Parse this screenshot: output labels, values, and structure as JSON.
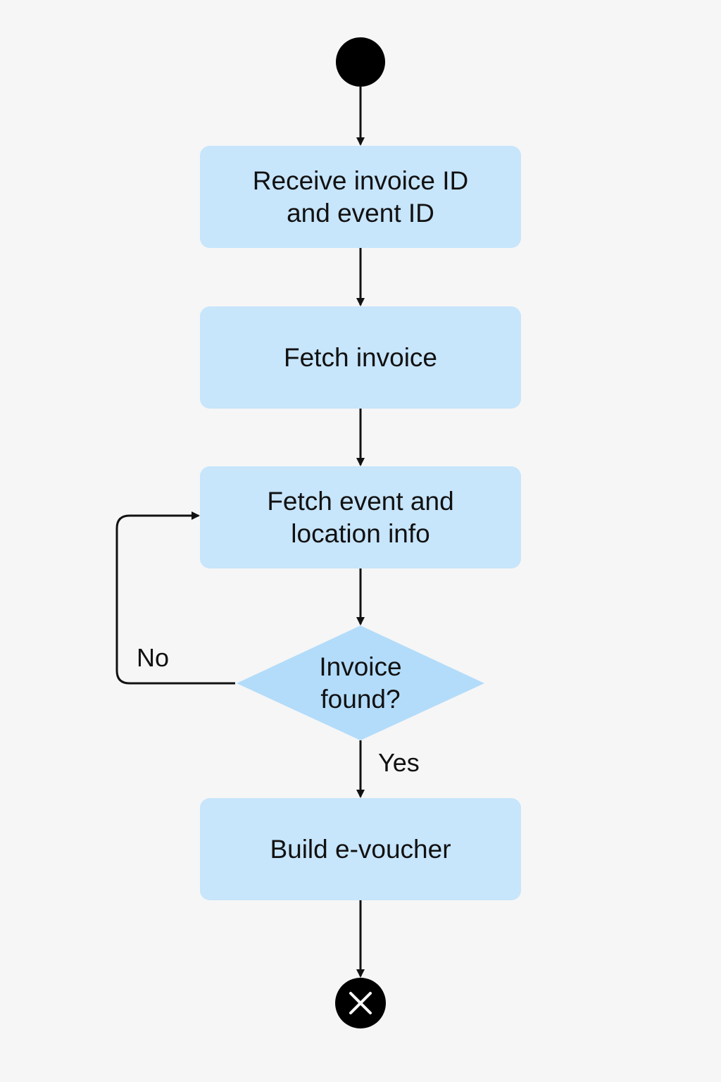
{
  "diagram": {
    "nodes": {
      "receive": {
        "label": "Receive invoice ID\nand event ID"
      },
      "fetch_invoice": {
        "label": "Fetch invoice"
      },
      "fetch_event": {
        "label": "Fetch event and\nlocation info"
      },
      "decision": {
        "label": "Invoice\nfound?"
      },
      "build": {
        "label": "Build e-voucher"
      }
    },
    "branches": {
      "no": "No",
      "yes": "Yes"
    },
    "colors": {
      "background": "#f6f6f6",
      "action_fill": "#c7e5fb",
      "decision_fill": "#b3dcfa",
      "line": "#111111",
      "start_node": "#000000",
      "end_node": "#000000"
    }
  }
}
